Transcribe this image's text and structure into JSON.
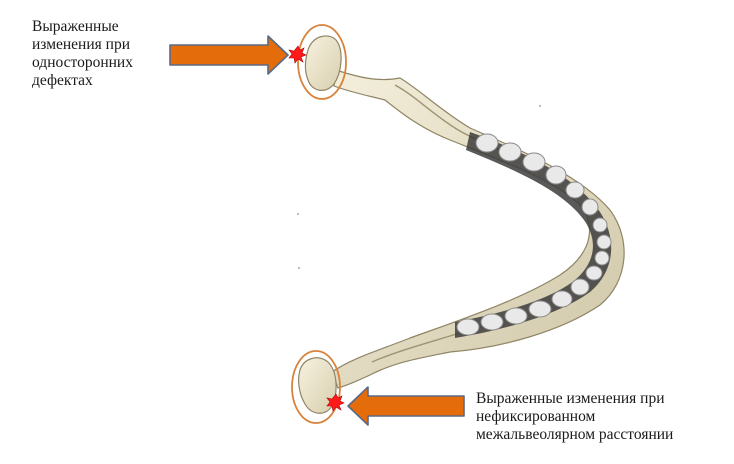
{
  "annotations": {
    "top": {
      "lines": [
        "Выраженные",
        "изменения при",
        "односторонних",
        "дефектах"
      ]
    },
    "bottom": {
      "lines": [
        "Выраженные изменения при",
        "нефиксированном",
        "межальвеолярном расстоянии"
      ]
    }
  },
  "colors": {
    "arrow": "#e46c0a",
    "arrow_outline": "#5a6a85",
    "ellipse": "#d9823b",
    "marker": "#ff1a1a",
    "bone": "#ece6cf",
    "bone_shadow": "#9e9473",
    "tooth": "#e9e9e9",
    "tooth_gap": "#3c3c3c"
  },
  "icons": {
    "marker": "starburst-marker-icon",
    "arrow": "right-arrow-icon"
  }
}
